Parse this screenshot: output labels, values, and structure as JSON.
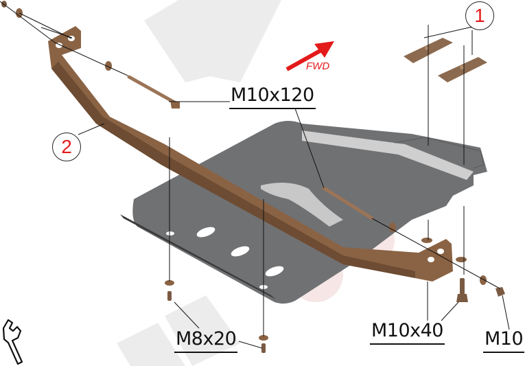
{
  "diagram": {
    "type": "exploded-assembly",
    "colors": {
      "plate": "#6f7072",
      "plate_highlight": "#c9c9c9",
      "bracket": "#8a6344",
      "bracket_dark": "#6d4c33",
      "accent_red": "#e31a1a",
      "watermark": "#e8e8e8"
    },
    "callouts": [
      {
        "number": "1",
        "part": "spacer-plates (pair)"
      },
      {
        "number": "2",
        "part": "crossmember-bracket"
      }
    ],
    "direction_indicator": {
      "label": "FWD",
      "icon": "arrow-up-right-icon"
    },
    "fasteners": [
      {
        "label": "M10x120",
        "kind": "long bolt"
      },
      {
        "label": "M8x20",
        "kind": "bolt with washer"
      },
      {
        "label": "M10x40",
        "kind": "bolt"
      },
      {
        "label": "M10",
        "kind": "nut"
      }
    ],
    "tool_icon": "wrench-icon"
  }
}
